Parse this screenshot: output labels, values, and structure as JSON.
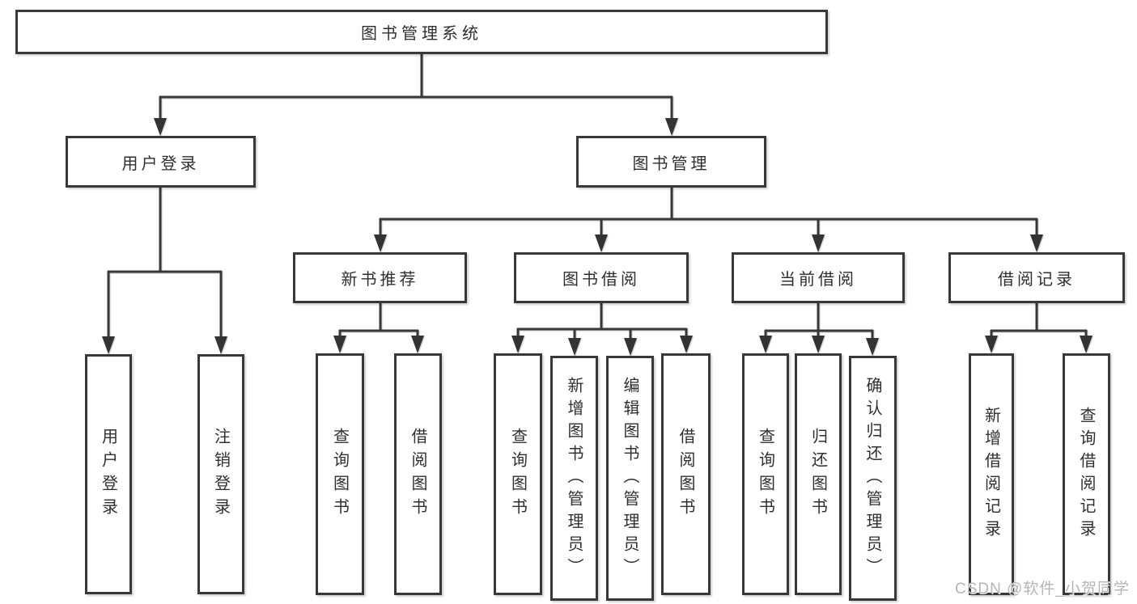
{
  "tree": {
    "root": "图书管理系统",
    "modules": [
      {
        "label": "用户登录",
        "children": [
          "用户登录",
          "注销登录"
        ]
      },
      {
        "label": "图书管理",
        "sections": [
          {
            "label": "新书推荐",
            "children": [
              "查询图书",
              "借阅图书"
            ]
          },
          {
            "label": "图书借阅",
            "children": [
              "查询图书",
              "新增图书（管理员）",
              "编辑图书（管理员）",
              "借阅图书"
            ]
          },
          {
            "label": "当前借阅",
            "children": [
              "查询图书",
              "归还图书",
              "确认归还（管理员）"
            ]
          },
          {
            "label": "借阅记录",
            "children": [
              "新增借阅记录",
              "查询借阅记录"
            ]
          }
        ]
      }
    ]
  },
  "watermark": "CSDN @软件_小贺同学",
  "colors": {
    "line": "#383838",
    "box_border": "#383838",
    "text": "#2f2f2f",
    "background": "#ffffff",
    "watermark": "#b5b5b5"
  }
}
